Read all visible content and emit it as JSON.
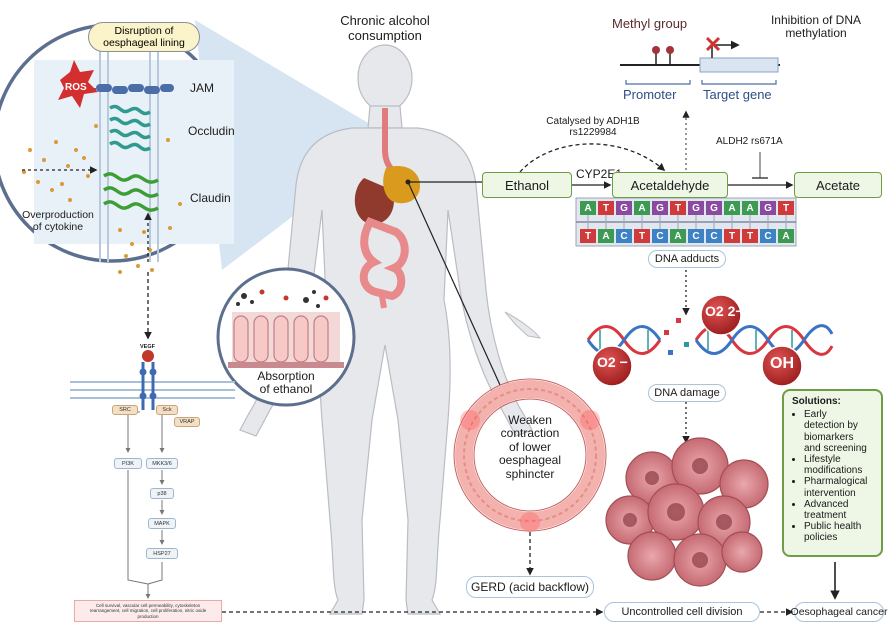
{
  "title_alcohol": [
    "Chronic alcohol",
    "consumption"
  ],
  "methylation": {
    "methyl_group": "Methyl group",
    "inhibition": [
      "Inhibition of DNA",
      "methylation"
    ],
    "promoter": "Promoter",
    "target_gene": "Target gene"
  },
  "pathway": {
    "catalysed": [
      "Catalysed by ADH1B",
      "rs1229984"
    ],
    "aldh2": "ALDH2 rs671A",
    "ethanol": "Ethanol",
    "cyp2e1": "CYP2E1",
    "acetaldehyde": "Acetaldehyde",
    "acetate": "Acetate"
  },
  "dna": {
    "top_strand": [
      "A",
      "T",
      "G",
      "A",
      "G",
      "T",
      "G",
      "G",
      "A",
      "A",
      "G",
      "T"
    ],
    "bottom_strand": [
      "T",
      "A",
      "C",
      "T",
      "C",
      "A",
      "C",
      "C",
      "T",
      "T",
      "C",
      "A"
    ],
    "adducts": "DNA adducts",
    "damage": "DNA damage",
    "ros_o2_2minus": "O2 2−",
    "ros_o2_minus": "O2 −",
    "ros_oh": "OH"
  },
  "inset": {
    "header": [
      "Disruption of",
      "oesphageal lining"
    ],
    "ros": "ROS",
    "jam": "JAM",
    "occludin": "Occludin",
    "claudin": "Claudin",
    "cytokine": [
      "Overproduction",
      "of cytokine"
    ]
  },
  "absorption": [
    "Absorption",
    "of ethanol"
  ],
  "sphincter": [
    "Weaken",
    "contraction",
    "of lower",
    "oesphageal",
    "sphincter"
  ],
  "gerd": "GERD (acid backflow)",
  "signaling": {
    "vegf": "VEGF",
    "src": "SRC",
    "sck": "Sck",
    "vrap": "VRAP",
    "pi3k": "PI3K",
    "mkk": "MKK3/6",
    "p38": "p38",
    "mapk": "MAPK",
    "hsp27": "HSP27",
    "outcome": [
      "Cell survival, vascular cell permeability, cytoskeleton",
      "rearrangement, cell migration, cell proliferation, nitric oxide",
      "production"
    ]
  },
  "solutions": {
    "title": "Solutions:",
    "items": [
      [
        "Early",
        "detection by",
        "biomarkers",
        "and screening"
      ],
      [
        "Lifestyle",
        "modifications"
      ],
      [
        "Pharmalogical",
        "intervention"
      ],
      [
        "Advanced",
        "treatment"
      ],
      [
        "Public health",
        "policies"
      ]
    ]
  },
  "uncontrolled": "Uncontrolled cell division",
  "cancer": "Oesophageal cancer",
  "colors": {
    "nuc_A": "#3d9a52",
    "nuc_T": "#cf3b3b",
    "nuc_G": "#8a4aa0",
    "nuc_C": "#3d82c4",
    "green_border": "#6f9c45",
    "ros_red": "#c62d2d"
  }
}
